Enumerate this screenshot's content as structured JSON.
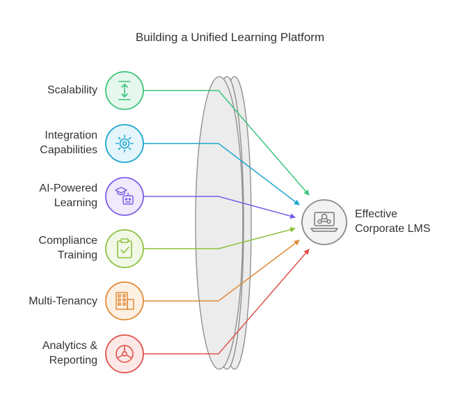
{
  "title": "Building a Unified Learning Platform",
  "factors": [
    {
      "label": "Scalability",
      "icon": "vertical-arrows-icon",
      "color": "#3cc47c",
      "fill": "#e6f8ee"
    },
    {
      "label": "Integration\nCapabilities",
      "icon": "gear-icon",
      "color": "#1ba5cf",
      "fill": "#e4f5fb"
    },
    {
      "label": "AI-Powered\nLearning",
      "icon": "ai-robot-icon",
      "color": "#7b5ce6",
      "fill": "#efeafc"
    },
    {
      "label": "Compliance\nTraining",
      "icon": "clipboard-check-icon",
      "color": "#8cc23f",
      "fill": "#f2f8e6"
    },
    {
      "label": "Multi-Tenancy",
      "icon": "buildings-icon",
      "color": "#e08a36",
      "fill": "#fcf0e3"
    },
    {
      "label": "Analytics &\nReporting",
      "icon": "pie-chart-icon",
      "color": "#e0514a",
      "fill": "#fce8e7"
    }
  ],
  "outcome": {
    "label": "Effective\nCorporate LMS",
    "icon": "laptop-user-icon",
    "color": "#888888",
    "fill": "#f2f2f2"
  },
  "lens": {
    "color": "#8a8a8a",
    "fill": "#ececec"
  }
}
